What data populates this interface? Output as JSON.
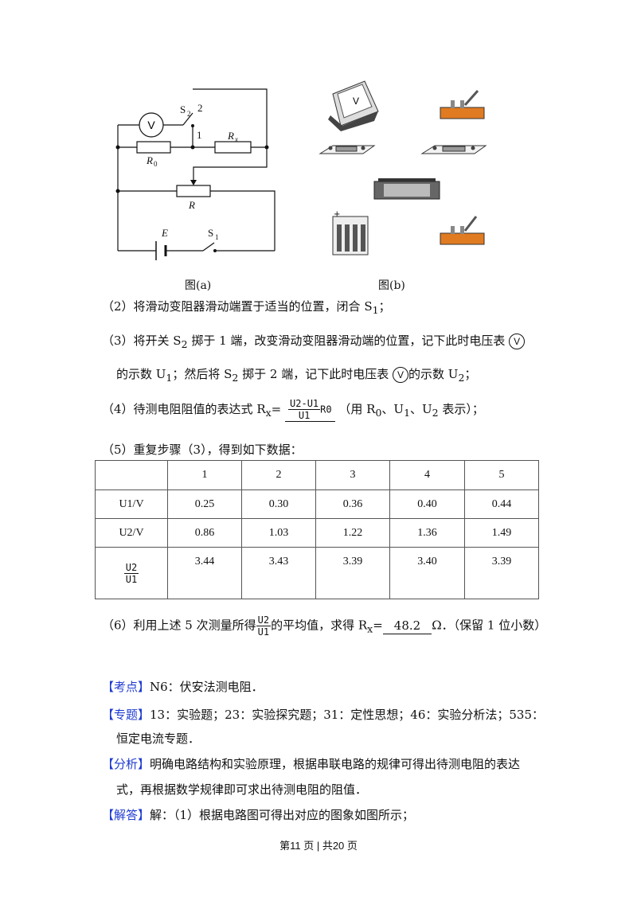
{
  "figure_a": {
    "caption": "图(a)",
    "labels": {
      "s2": "S",
      "s2_sub": "2",
      "pos2": "2",
      "pos1": "1",
      "rx": "R",
      "rx_sub": "x",
      "r0": "R",
      "r0_sub": "0",
      "r": "R",
      "e": "E",
      "s1": "S",
      "s1_sub": "1",
      "v": "V"
    }
  },
  "figure_b": {
    "caption": "图(b)",
    "meter_letter": "V"
  },
  "step2": "（2）将滑动变阻器滑动端置于适当的位置，闭合 S",
  "step2_sub": "1",
  "step2_end": "；",
  "step3_a": "（3）将开关 S",
  "step3_a_sub": "2",
  "step3_b": " 掷于 1 端，改变滑动变阻器滑动端的位置，记下此时电压表",
  "step3_c": "的示数 U",
  "step3_c_sub": "1",
  "step3_d": "；然后将 S",
  "step3_d_sub": "2",
  "step3_e": " 掷于 2 端，记下此时电压表",
  "step3_f": "的示数 U",
  "step3_f_sub": "2",
  "step3_g": "；",
  "volt_symbol": "V",
  "step4_a": "（4）待测电阻阻值的表达式 R",
  "step4_a_sub": "x",
  "step4_b": "=",
  "step4_num": "U2-U1",
  "step4_den": "U1",
  "step4_r0": "R0",
  "step4_c": "（用 R",
  "step4_c_sub": "0",
  "step4_d": "、U",
  "step4_d_sub": "1",
  "step4_e": "、U",
  "step4_e_sub": "2",
  "step4_f": " 表示）；",
  "step5": "（5）重复步骤（3），得到如下数据：",
  "table": {
    "headers": [
      "",
      "1",
      "2",
      "3",
      "4",
      "5"
    ],
    "row_labels": [
      "U1/V",
      "U2/V"
    ],
    "ratio_num": "U2",
    "ratio_den": "U1",
    "rows": [
      [
        "0.25",
        "0.30",
        "0.36",
        "0.40",
        "0.44"
      ],
      [
        "0.86",
        "1.03",
        "1.22",
        "1.36",
        "1.49"
      ],
      [
        "3.44",
        "3.43",
        "3.39",
        "3.40",
        "3.39"
      ]
    ]
  },
  "step6_a": "（6）利用上述 5 次测量所得",
  "step6_num": "U2",
  "step6_den": "U1",
  "step6_b": "的平均值，求得 R",
  "step6_b_sub": "x",
  "step6_c": "=",
  "step6_answer": "48.2",
  "step6_d": "Ω．（保留 1 位小数）",
  "kaodian_tag": "【考点】",
  "kaodian": "N6：伏安法测电阻．",
  "zhuanti_tag": "【专题】",
  "zhuanti_1": "13：实验题；23：实验探究题；31：定性思想；46：实验分析法；535：",
  "zhuanti_2": "恒定电流专题．",
  "fenxi_tag": "【分析】",
  "fenxi_1": "明确电路结构和实验原理，根据串联电路的规律可得出待测电阻的表达",
  "fenxi_2": "式，再根据数学规律即可求出待测电阻的阻值．",
  "jieda_tag": "【解答】",
  "jieda": "解：（1）根据电路图可得出对应的图象如图所示；",
  "footer": "第11 页  |  共20 页"
}
